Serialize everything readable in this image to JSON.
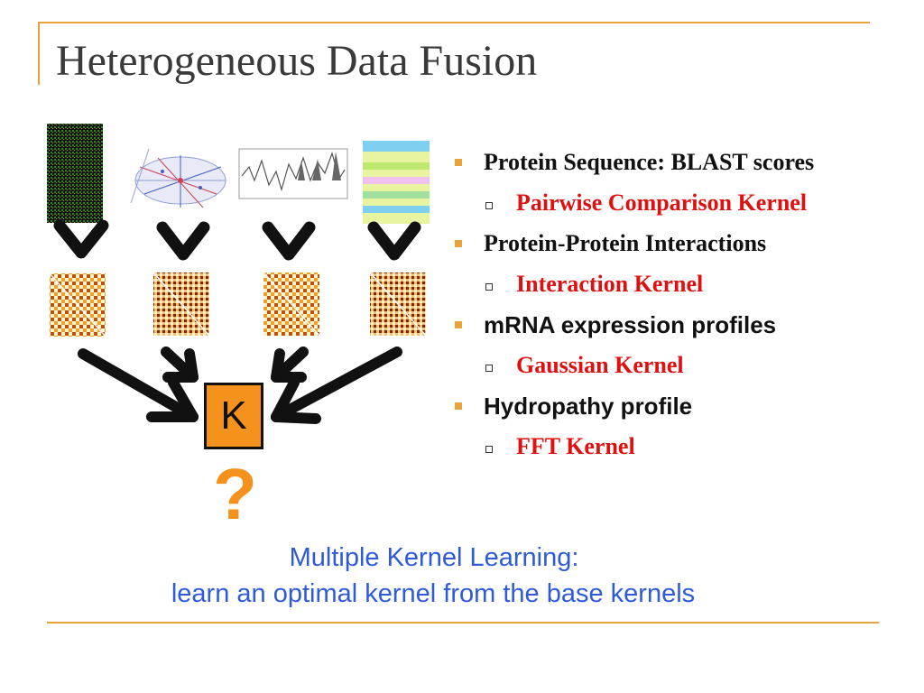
{
  "slide": {
    "title": "Heterogeneous Data Fusion",
    "kernel_symbol": "K",
    "question_mark": "?",
    "caption": {
      "line1": "Multiple Kernel Learning:",
      "line2": "learn an optimal kernel from the base kernels"
    }
  },
  "bullets": [
    {
      "level": 1,
      "text": "Protein Sequence: BLAST scores",
      "style": "serif-black"
    },
    {
      "level": 2,
      "text": "Pairwise Comparison Kernel",
      "style": "serif-red"
    },
    {
      "level": 1,
      "text": "Protein-Protein Interactions",
      "style": "serif-black"
    },
    {
      "level": 2,
      "text": "Interaction Kernel",
      "style": "serif-red"
    },
    {
      "level": 1,
      "text": "mRNA expression profiles",
      "style": "sans-black"
    },
    {
      "level": 2,
      "text": "Gaussian Kernel",
      "style": "serif-red"
    },
    {
      "level": 1,
      "text": "Hydropathy profile",
      "style": "sans-black"
    },
    {
      "level": 2,
      "text": "FFT Kernel",
      "style": "serif-red"
    }
  ],
  "data_sources": [
    {
      "name": "microarray",
      "icon": "microarray-heatmap-icon"
    },
    {
      "name": "interaction-network",
      "icon": "network-graph-icon"
    },
    {
      "name": "hydropathy-plot",
      "icon": "line-plot-icon"
    },
    {
      "name": "sequence-alignment",
      "icon": "sequence-alignment-icon"
    }
  ],
  "colors": {
    "accent": "#e8a33d",
    "kernel_box": "#f5921e",
    "red_text": "#e01010",
    "caption_blue": "#2f5ad8"
  }
}
